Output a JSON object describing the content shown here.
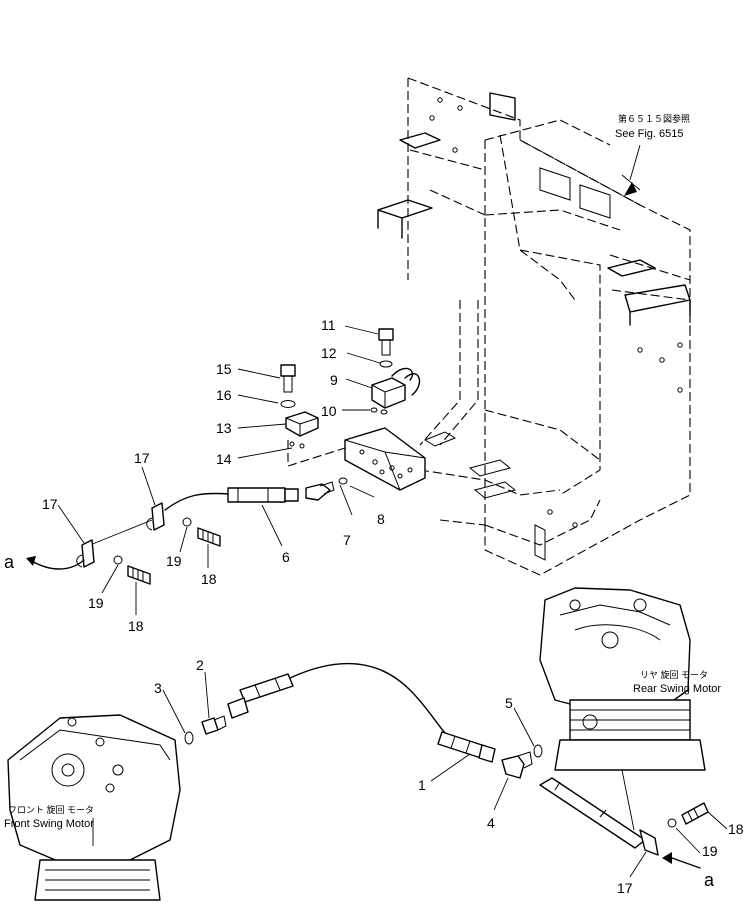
{
  "annotations": {
    "see_fig_jp": "第６５１５図参照",
    "see_fig_en": "See Fig. 6515",
    "rear_motor_jp": "リヤ 旋回 モータ",
    "rear_motor_en": "Rear Swing Motor",
    "front_motor_jp": "フロント 旋回 モータ",
    "front_motor_en": "Front Swing Motor",
    "connector_left": "a",
    "connector_right": "a"
  },
  "callouts": {
    "c1": "1",
    "c2": "2",
    "c3": "3",
    "c4": "4",
    "c5": "5",
    "c6": "6",
    "c7": "7",
    "c8": "8",
    "c9": "9",
    "c10": "10",
    "c11": "11",
    "c12": "12",
    "c13": "13",
    "c14": "14",
    "c15": "15",
    "c16": "16",
    "c17a": "17",
    "c17b": "17",
    "c17c": "17",
    "c18a": "18",
    "c18b": "18",
    "c18c": "18",
    "c19a": "19",
    "c19b": "19",
    "c19c": "19"
  }
}
